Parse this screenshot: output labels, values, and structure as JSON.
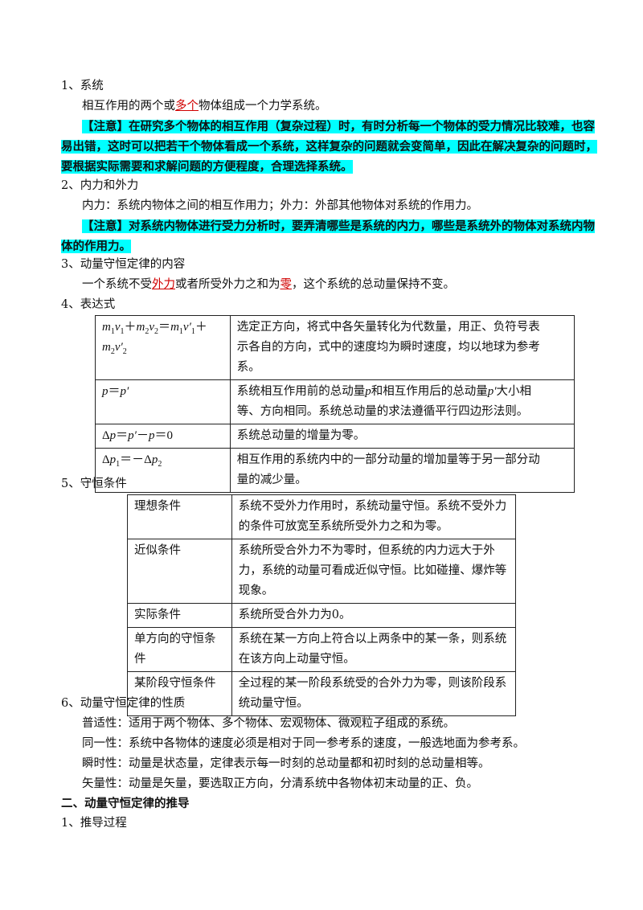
{
  "s1": {
    "heading": "1、系统",
    "def_pre": "相互作用的两个或",
    "def_red": "多个",
    "def_post": "物体组成一个力学系统。",
    "note_l1": "【注意】在研究多个物体的相互作用（复杂过程）时，有时分析每一个物体的受力情况比较难，也容",
    "note_l2": "易出错，这时可以把若干个物体看成一个系统，这样复杂的问题就会变简单，因此在解决复杂的问题时，",
    "note_l3": "要根据实际需要和求解问题的方便程度，合理选择系统。"
  },
  "s2": {
    "heading": "2、内力和外力",
    "def": "内力：系统内物体之间的相互作用力；外力：外部其他物体对系统的作用力。",
    "note_l1": "【注意】对系统内物体进行受力分析时，要弄清哪些是系统的内力，哪些是系统外的物体对系统内物",
    "note_l2": "体的作用力。"
  },
  "s3": {
    "heading": "3、动量守恒定律的内容",
    "t_pre": "一个系统不受",
    "t_red1": "外力",
    "t_mid": "或者所受外力之和为",
    "t_red2": "零",
    "t_post": "，这个系统的总动量保持不变。"
  },
  "s4": {
    "heading": "4、表达式",
    "rows": [
      {
        "desc_l1": "选定正方向，将式中各矢量转化为代数量，用正、负符号表",
        "desc_l2": "示各自的方向，式中的速度均为瞬时速度，均以地球为参考",
        "desc_l3": "系。"
      },
      {
        "desc_l1": "系统相互作用前的总动量",
        "desc_p": "p",
        "desc_mid": "和相互作用后的总动量",
        "desc_pp": "p′",
        "desc_end": "大小相",
        "desc_l2": "等、方向相同。系统总动量的求法遵循平行四边形法则。"
      },
      {
        "desc_l1": "系统总动量的增量为零。"
      },
      {
        "desc_l1": "相互作用的系统内中的一部分动量的增加量等于另一部分动",
        "desc_l2": "量的减少量。"
      }
    ]
  },
  "s5": {
    "heading": "5、守恒条件",
    "rows": [
      {
        "name": "理想条件",
        "l1": "系统不受外力作用时，系统动量守恒。系统不受外力",
        "l2": "的条件可放宽至系统所受外力之和为零。"
      },
      {
        "name": "近似条件",
        "l1": "系统所受合外力不为零时，但系统的内力远大于外",
        "l2": "力，系统的动量可看成近似守恒。比如碰撞、爆炸等",
        "l3": "现象。"
      },
      {
        "name": "实际条件",
        "l1": "系统所受合外力为0。"
      },
      {
        "name": "单方向的守恒条件",
        "l1": "系统在某一方向上符合以上两条中的某一条，则系统",
        "l2": "在该方向上动量守恒。"
      },
      {
        "name": "某阶段守恒条件",
        "l1": "全过程的某一阶段系统受的合外力为零，则该阶段系",
        "l2": "统动量守恒。"
      }
    ]
  },
  "s6": {
    "heading": "6、动量守恒定律的性质",
    "items": [
      "普适性：适用于两个物体、多个物体、宏观物体、微观粒子组成的系统。",
      "同一性：系统中各物体的速度必须是相对于同一参考系的速度，一般选地面为参考系。",
      "瞬时性：动量是状态量，定律表示每一时刻的总动量都和初时刻的总动量相等。",
      "矢量性：动量是矢量，要选取正方向，分清系统中各物体初末动量的正、负。"
    ]
  },
  "part2": {
    "heading": "二、动量守恒定律的推导",
    "sub1": "1、推导过程"
  }
}
